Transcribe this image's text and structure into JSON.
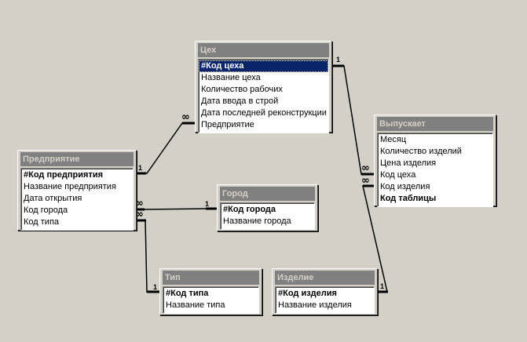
{
  "relationships": {
    "one": "1",
    "many": "∞"
  },
  "tables": {
    "tseh": {
      "title": "Цех",
      "fields": [
        "#Код цеха",
        "Название цеха",
        "Количество рабочих",
        "Дата ввода в строй",
        "Дата последней реконструкции",
        "Предприятие"
      ]
    },
    "predpriyatie": {
      "title": "Предприятие",
      "fields": [
        "#Код предприятия",
        "Название предприятия",
        "Дата открытия",
        "Код города",
        "Код типа"
      ]
    },
    "gorod": {
      "title": "Город",
      "fields": [
        "#Код города",
        "Название города"
      ]
    },
    "vypuskaet": {
      "title": "Выпускает",
      "fields": [
        "Месяц",
        "Количество изделий",
        "Цена изделия",
        "Код цеха",
        "Код изделия",
        "Код таблицы"
      ]
    },
    "tip": {
      "title": "Тип",
      "fields": [
        "#Код типа",
        "Название типа"
      ]
    },
    "izdelie": {
      "title": "Изделие",
      "fields": [
        "#Код изделия",
        "Название изделия"
      ]
    }
  },
  "colors": {
    "workspace": "#d4d0c8",
    "title_bar_inactive": "#808080",
    "selection": "#0a246a"
  }
}
